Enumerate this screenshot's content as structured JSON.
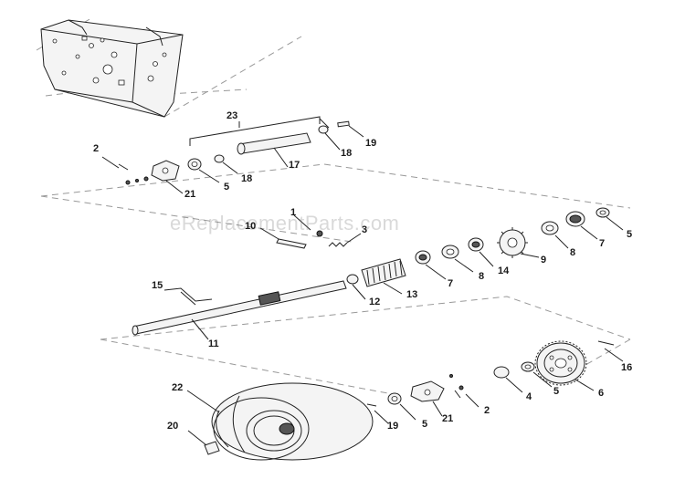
{
  "watermark": "eReplacementParts.com",
  "callouts": [
    {
      "id": "c23",
      "text": "23"
    },
    {
      "id": "c19a",
      "text": "19"
    },
    {
      "id": "c18a",
      "text": "18"
    },
    {
      "id": "c17",
      "text": "17"
    },
    {
      "id": "c18b",
      "text": "18"
    },
    {
      "id": "c5a",
      "text": "5"
    },
    {
      "id": "c2a",
      "text": "2"
    },
    {
      "id": "c21a",
      "text": "21"
    },
    {
      "id": "c1",
      "text": "1"
    },
    {
      "id": "c10",
      "text": "10"
    },
    {
      "id": "c3",
      "text": "3"
    },
    {
      "id": "c7a",
      "text": "7"
    },
    {
      "id": "c5b",
      "text": "5"
    },
    {
      "id": "c8a",
      "text": "8"
    },
    {
      "id": "c9",
      "text": "9"
    },
    {
      "id": "c14",
      "text": "14"
    },
    {
      "id": "c8b",
      "text": "8"
    },
    {
      "id": "c7b",
      "text": "7"
    },
    {
      "id": "c13",
      "text": "13"
    },
    {
      "id": "c12",
      "text": "12"
    },
    {
      "id": "c15",
      "text": "15"
    },
    {
      "id": "c11",
      "text": "11"
    },
    {
      "id": "c16",
      "text": "16"
    },
    {
      "id": "c6",
      "text": "6"
    },
    {
      "id": "c5c",
      "text": "5"
    },
    {
      "id": "c4",
      "text": "4"
    },
    {
      "id": "c22",
      "text": "22"
    },
    {
      "id": "c20",
      "text": "20"
    },
    {
      "id": "c19b",
      "text": "19"
    },
    {
      "id": "c5d",
      "text": "5"
    },
    {
      "id": "c21b",
      "text": "21"
    },
    {
      "id": "c2b",
      "text": "2"
    }
  ]
}
